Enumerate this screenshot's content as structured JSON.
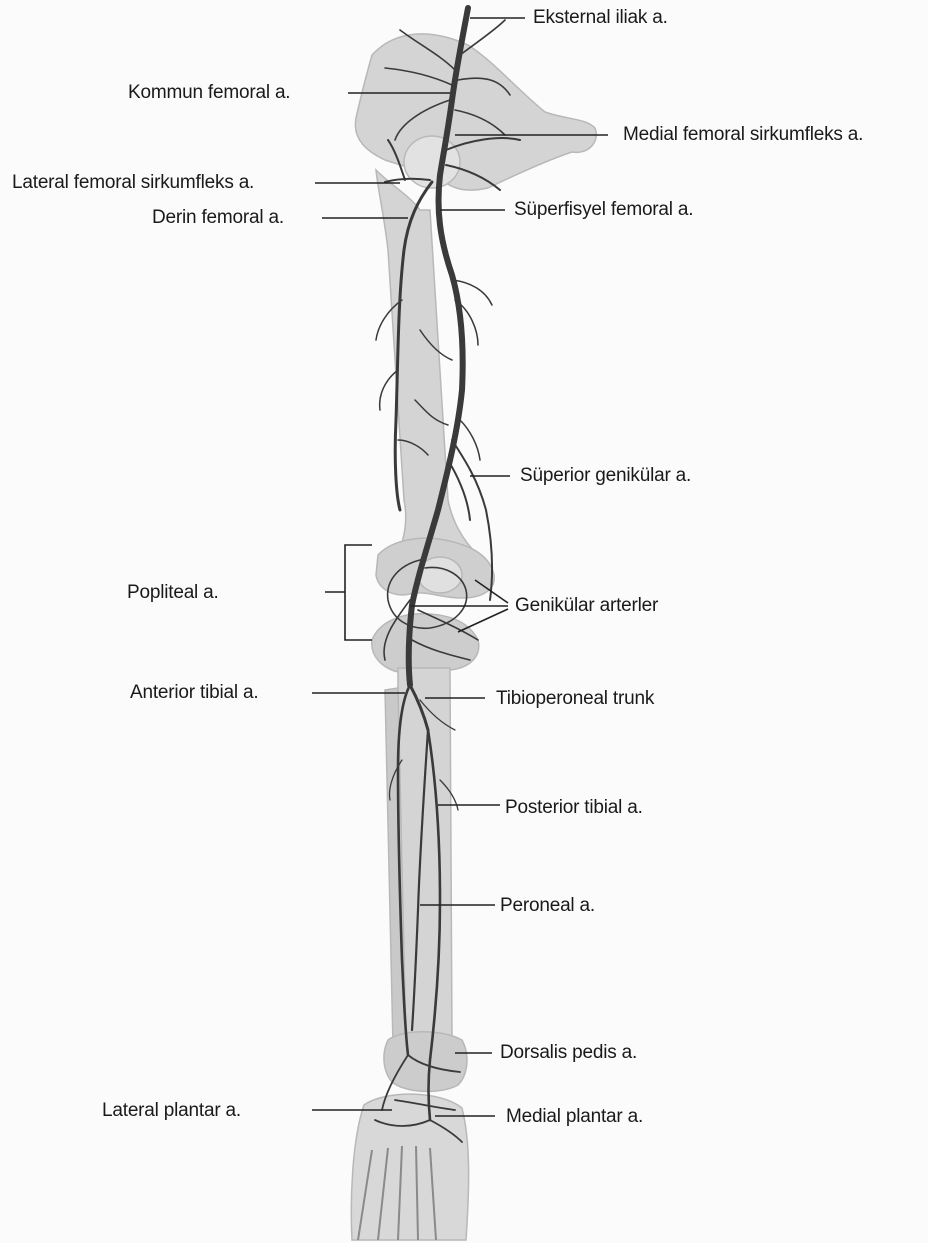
{
  "diagram": {
    "colors": {
      "bone": "#d4d4d4",
      "bone_dark": "#bdbdbd",
      "artery": "#3a3a3a",
      "leader": "#222222",
      "text": "#1a1a1a"
    },
    "labels": {
      "eksternal_iliak": "Eksternal iliak a.",
      "kommun_femoral": "Kommun femoral a.",
      "medial_femoral_sirkumfleks": "Medial femoral sirkumfleks a.",
      "lateral_femoral_sirkumfleks": "Lateral femoral sirkumfleks a.",
      "derin_femoral": "Derin femoral a.",
      "superfisyel_femoral": "Süperfisyel femoral a.",
      "superior_genikular": "Süperior genikülar a.",
      "popliteal": "Popliteal a.",
      "genikular_arterler": "Genikülar arterler",
      "anterior_tibial": "Anterior tibial a.",
      "tibioperoneal_trunk": "Tibioperoneal trunk",
      "posterior_tibial": "Posterior tibial a.",
      "peroneal": "Peroneal a.",
      "dorsalis_pedis": "Dorsalis pedis a.",
      "lateral_plantar": "Lateral plantar a.",
      "medial_plantar": "Medial plantar a."
    }
  }
}
